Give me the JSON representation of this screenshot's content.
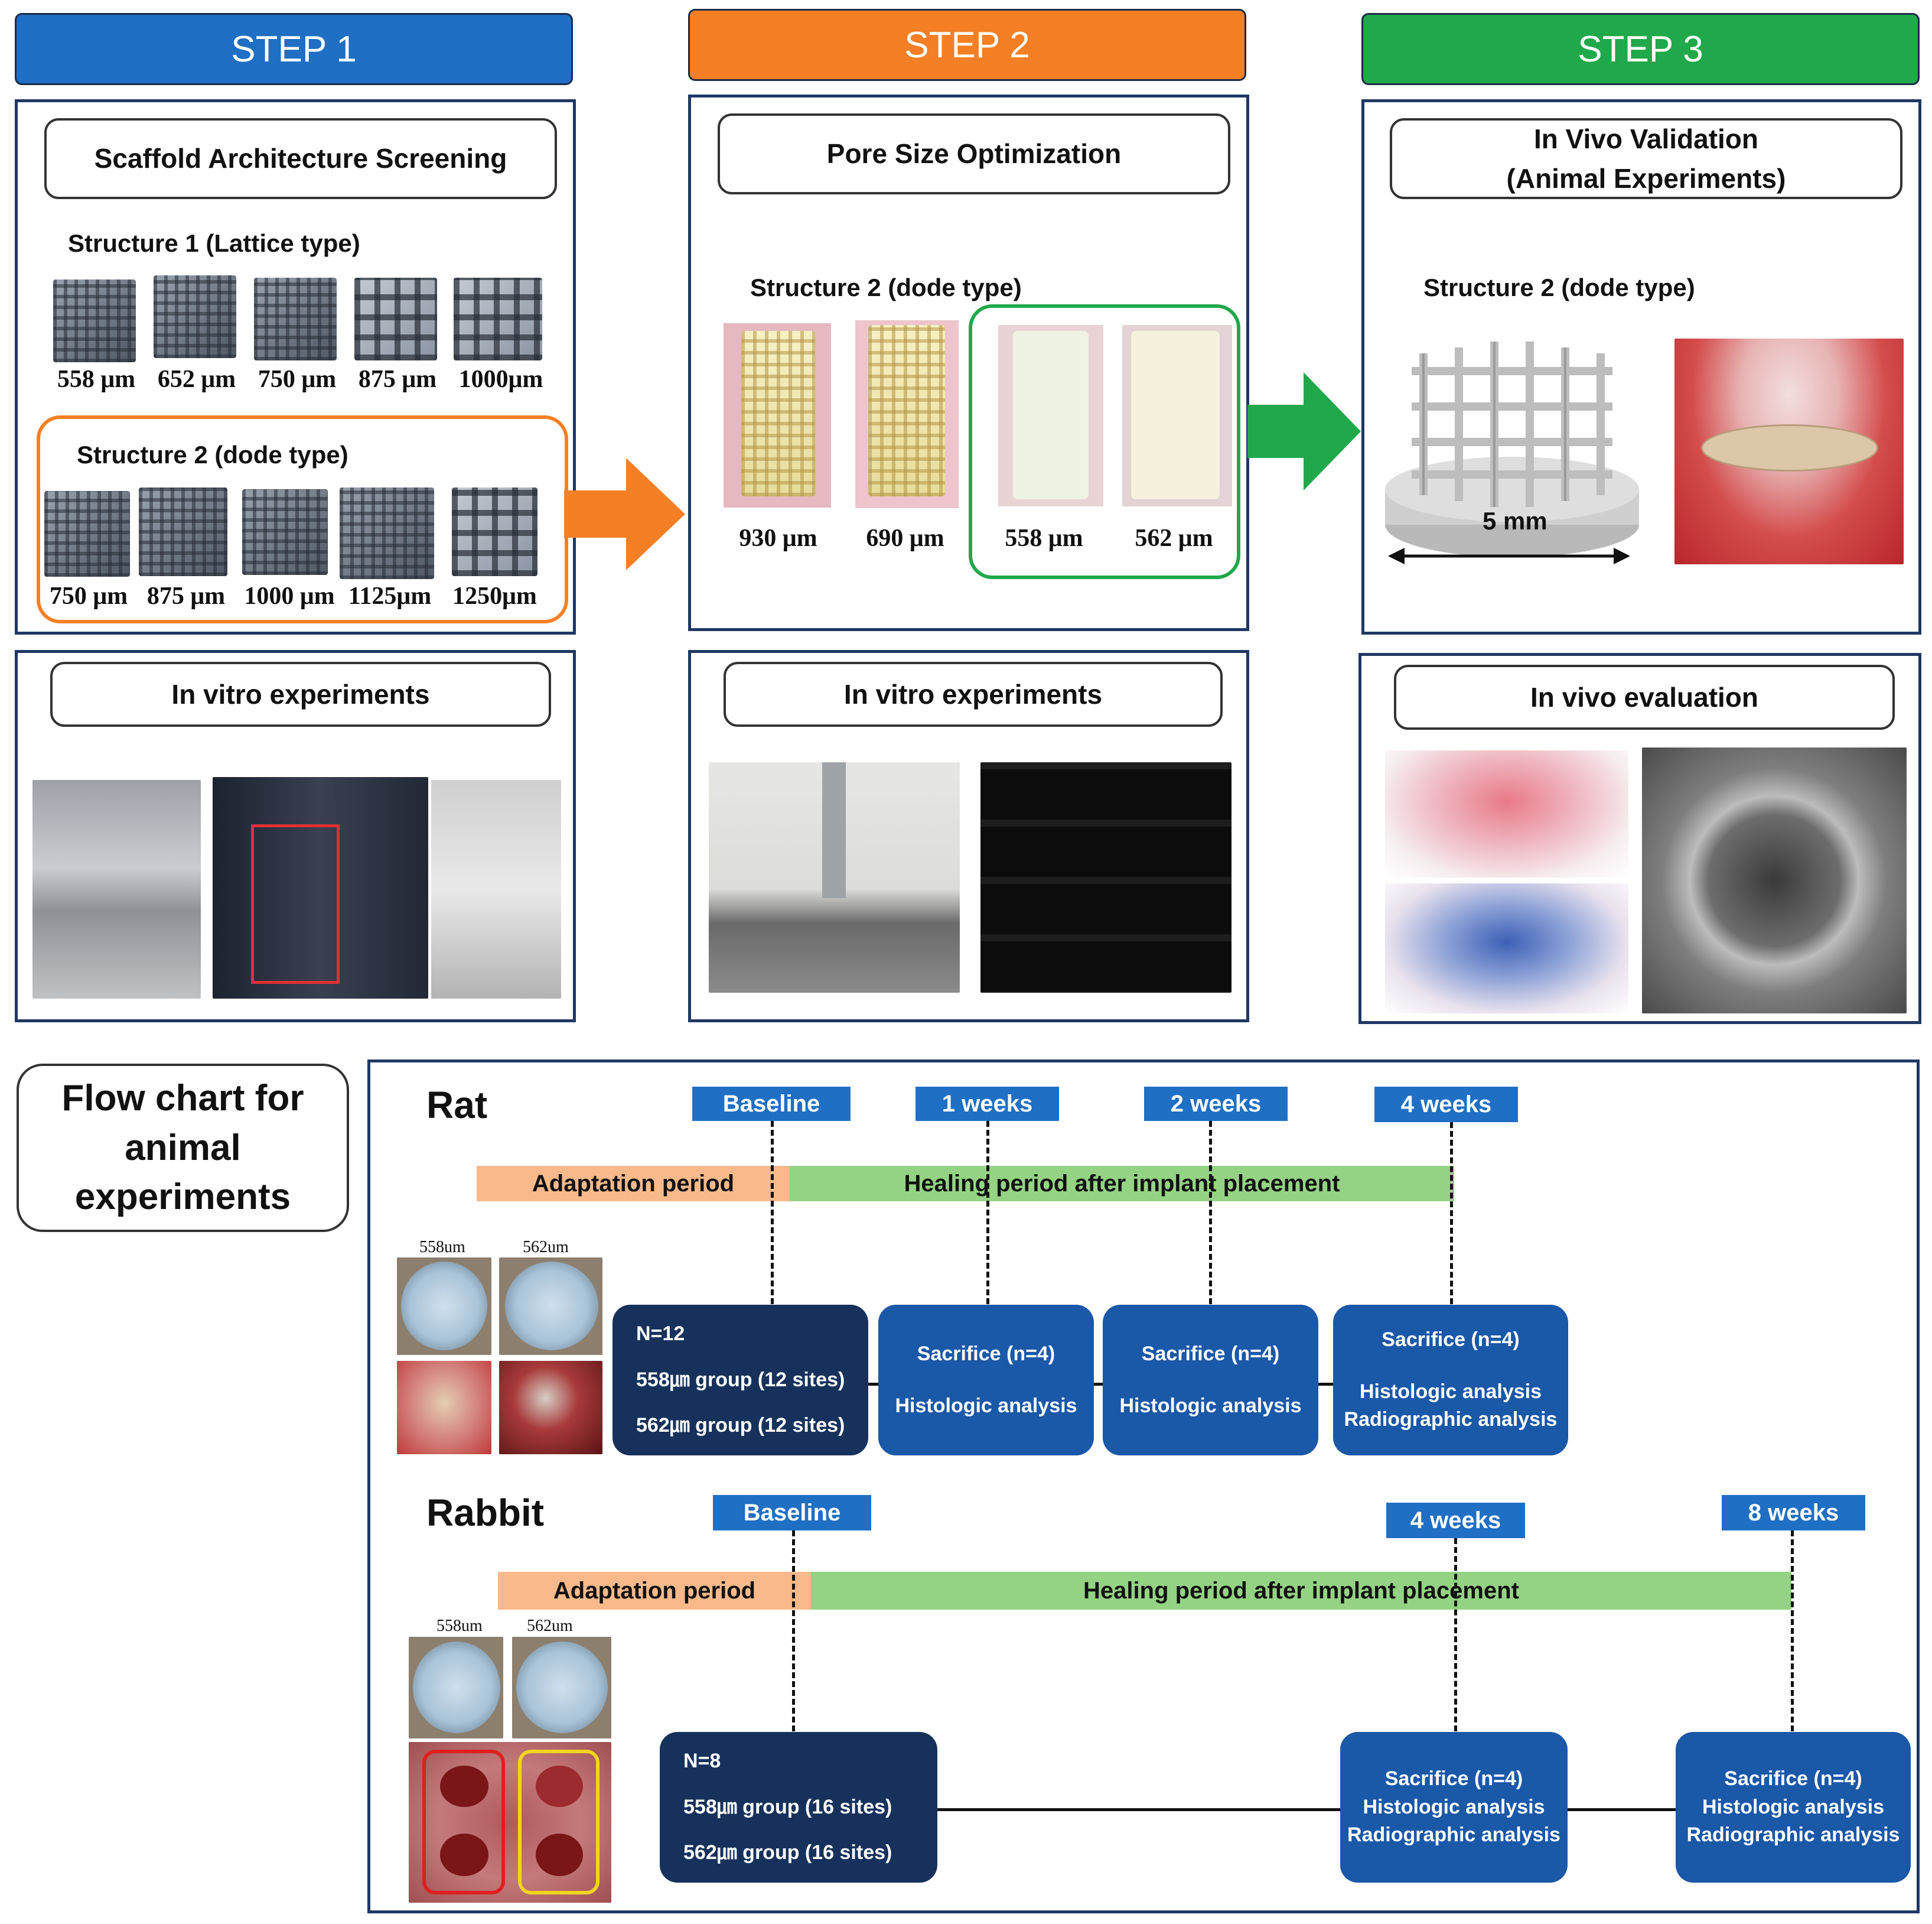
{
  "steps": [
    {
      "label": "STEP 1",
      "color": "#1f6fc4"
    },
    {
      "label": "STEP 2",
      "color": "#f47f24"
    },
    {
      "label": "STEP 3",
      "color": "#1fa94a"
    }
  ],
  "step1": {
    "title": "Scaffold Architecture Screening",
    "structure1_label": "Structure 1 (Lattice type)",
    "structure1_sizes": [
      "558 μm",
      "652 μm",
      "750 μm",
      "875 μm",
      "1000μm"
    ],
    "structure2_label": "Structure 2 (dode type)",
    "structure2_sizes": [
      "750 μm",
      "875 μm",
      "1000 μm",
      "1125μm",
      "1250μm"
    ],
    "experiments_title": "In vitro experiments"
  },
  "step2": {
    "title": "Pore Size Optimization",
    "structure_label": "Structure 2 (dode type)",
    "sizes": [
      "930 μm",
      "690 μm",
      "558 μm",
      "562 μm"
    ],
    "experiments_title": "In vitro experiments"
  },
  "step3": {
    "title_line1": "In Vivo Validation",
    "title_line2": "(Animal Experiments)",
    "structure_label": "Structure 2 (dode type)",
    "dimension_label": "5 mm",
    "evaluation_title": "In vivo evaluation"
  },
  "flowchart": {
    "title_line1": "Flow chart for",
    "title_line2": "animal",
    "title_line3": "experiments",
    "rat": {
      "label": "Rat",
      "timepoints": [
        "Baseline",
        "1 weeks",
        "2 weeks",
        "4 weeks"
      ],
      "adaptation": "Adaptation period",
      "healing": "Healing period after implant placement",
      "photo_labels": [
        "558um",
        "562um"
      ],
      "baseline_node": {
        "line1": "N=12",
        "line2": "558㎛ group (12 sites)",
        "line3": "562㎛ group (12 sites)"
      },
      "node_1w": {
        "line1": "Sacrifice (n=4)",
        "line2": "Histologic analysis"
      },
      "node_2w": {
        "line1": "Sacrifice (n=4)",
        "line2": "Histologic analysis"
      },
      "node_4w": {
        "line1": "Sacrifice (n=4)",
        "line2": "Histologic analysis",
        "line3": "Radiographic analysis"
      }
    },
    "rabbit": {
      "label": "Rabbit",
      "timepoints": [
        "Baseline",
        "4 weeks",
        "8 weeks"
      ],
      "adaptation": "Adaptation period",
      "healing": "Healing period after implant placement",
      "photo_labels": [
        "558um",
        "562um"
      ],
      "baseline_node": {
        "line1": "N=8",
        "line2": "558㎛ group (16 sites)",
        "line3": "562㎛ group (16 sites)"
      },
      "node_4w": {
        "line1": "Sacrifice (n=4)",
        "line2": "Histologic analysis",
        "line3": "Radiographic analysis"
      },
      "node_8w": {
        "line1": "Sacrifice (n=4)",
        "line2": "Histologic analysis",
        "line3": "Radiographic analysis"
      }
    },
    "colors": {
      "adaptation": "#f9b98a",
      "healing": "#94d384",
      "tag": "#1f6fc4",
      "node_dark": "#16325c",
      "node_blue": "#1a58a8"
    }
  }
}
